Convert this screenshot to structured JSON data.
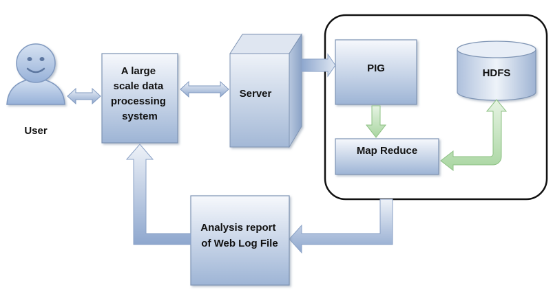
{
  "nodes": {
    "user": {
      "label": "User"
    },
    "system": {
      "lines": [
        "A large",
        "scale data",
        "processing",
        "system"
      ]
    },
    "server": {
      "label": "Server"
    },
    "pig": {
      "label": "PIG"
    },
    "hdfs": {
      "label": "HDFS"
    },
    "mapreduce": {
      "label": "Map Reduce"
    },
    "report": {
      "lines": [
        "Analysis report",
        "of Web Log File"
      ]
    }
  },
  "colors": {
    "box_top": "#f4f7fb",
    "box_bottom": "#9fb6d6",
    "box_border": "#7d93b3",
    "arrow_blue": "#93abd0",
    "arrow_green": "#b7dbb0",
    "user_fill": "#a8bfe0"
  }
}
